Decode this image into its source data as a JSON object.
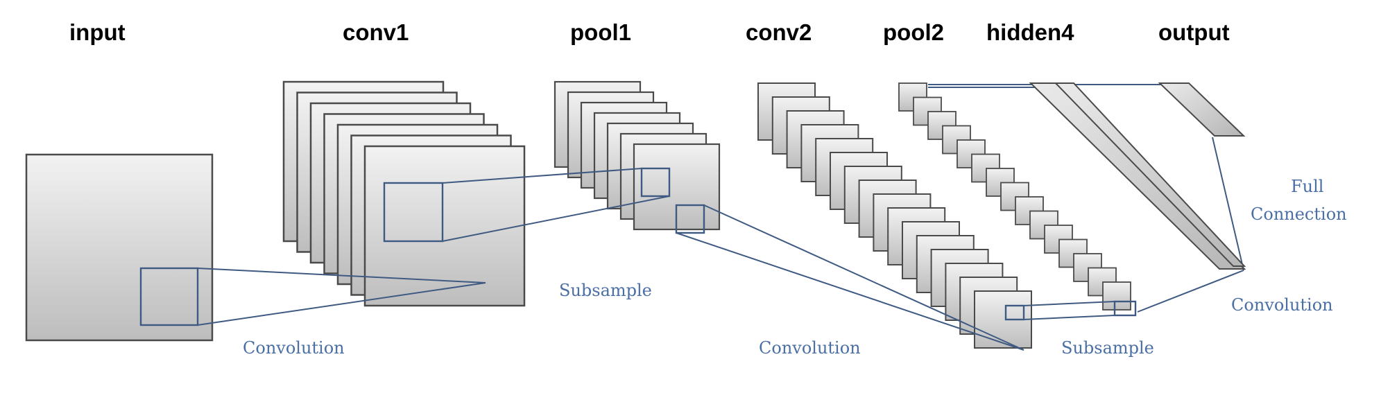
{
  "layers": {
    "input": "input",
    "conv1": "conv1",
    "pool1": "pool1",
    "conv2": "conv2",
    "pool2": "pool2",
    "hidden4": "hidden4",
    "output": "output"
  },
  "operations": {
    "convolution_1": "Convolution",
    "subsample_1": "Subsample",
    "convolution_2": "Convolution",
    "subsample_2": "Subsample",
    "full_connection_line1": "Full",
    "full_connection_line2": "Connection",
    "convolution_3": "Convolution"
  },
  "colors": {
    "map_light": "#f2f2f2",
    "map_dark": "#bdbdbd",
    "map_border": "#4a4a4a",
    "connection": "#3f5a82",
    "operation_text": "#4a6fa5"
  }
}
